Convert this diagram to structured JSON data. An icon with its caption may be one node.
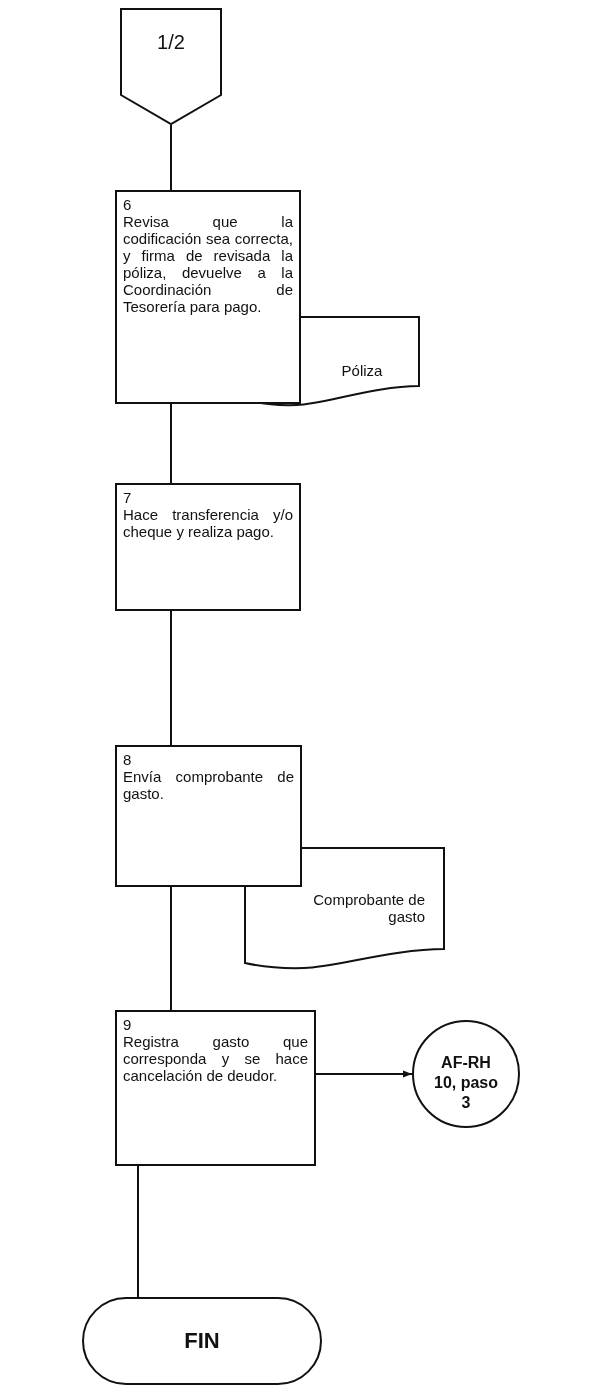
{
  "diagram": {
    "nodes": [
      {
        "text": [
          "1/2"
        ]
      },
      {
        "text": [
          "6",
          "Revisa que la codificación sea correcta, y firma de revisada la póliza, devuelve a la Coordinación de Tesorería para pago."
        ]
      },
      {
        "text": [
          "Póliza"
        ]
      },
      {
        "text": [
          "7",
          "Hace transferencia y/o cheque y realiza pago."
        ]
      },
      {
        "text": [
          "8",
          "Envía comprobante de gasto."
        ]
      },
      {
        "text": [
          "Comprobante de gasto"
        ]
      },
      {
        "text": [
          "9",
          "Registra gasto que corresponda y se hace cancelación de deudor."
        ]
      },
      {
        "text": [
          "AF-RH 10, paso 3"
        ]
      },
      {
        "text": [
          "FIN"
        ]
      }
    ],
    "edges": [
      {
        "from": 0,
        "to": 1,
        "arrow": "none"
      },
      {
        "from": 1,
        "to": 3,
        "arrow": "none"
      },
      {
        "from": 3,
        "to": 4,
        "arrow": "none"
      },
      {
        "from": 4,
        "to": 6,
        "arrow": "none"
      },
      {
        "from": 6,
        "to": 7,
        "arrow": "to"
      },
      {
        "from": 6,
        "to": 8,
        "arrow": "none"
      }
    ]
  }
}
